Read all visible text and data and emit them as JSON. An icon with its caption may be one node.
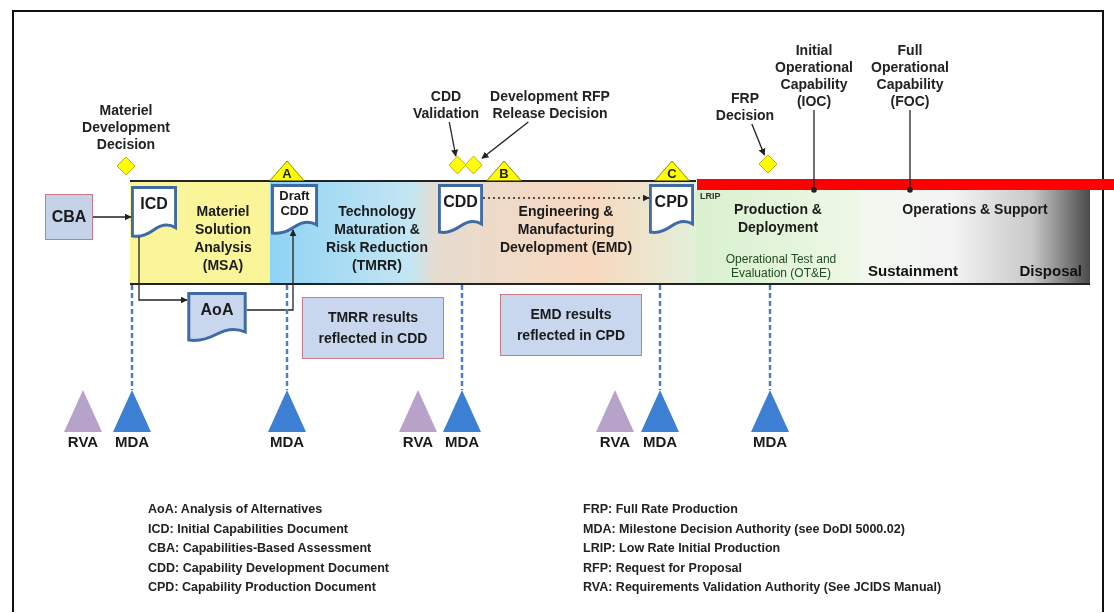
{
  "diagram": {
    "nodes": [
      {
        "text": [],
        "shape": "diamond",
        "beside": [
          "Materiel Development Decision"
        ]
      },
      {
        "text": [
          "A"
        ]
      },
      {
        "text": [
          "CDD Validation"
        ]
      },
      {
        "text": [
          "Development RFP Release Decision"
        ]
      },
      {
        "text": [],
        "shape": "diamond"
      },
      {
        "text": [],
        "shape": "diamond"
      },
      {
        "text": [
          "B"
        ]
      },
      {
        "text": [
          "C"
        ]
      },
      {
        "text": [
          "FRP Decision"
        ]
      },
      {
        "text": [],
        "shape": "diamond"
      },
      {
        "text": [
          "Initial Operational Capability (IOC)"
        ]
      },
      {
        "text": [
          "Full Operational Capability (FOC)"
        ]
      },
      {
        "text": [
          "CBA"
        ]
      },
      {
        "text": [
          "Materiel Solution Analysis (MSA)"
        ]
      },
      {
        "text": [
          "Technology Maturation & Risk Reduction (TMRR)"
        ]
      },
      {
        "text": [
          "Engineering & Manufacturing Development (EMD)"
        ]
      },
      {
        "text": [
          "Production & Deployment",
          "Operational Test and Evaluation (OT&E)"
        ]
      },
      {
        "text": [
          "Operations & Support",
          "Sustainment",
          "Disposal"
        ]
      },
      {
        "text": [
          "ICD"
        ],
        "in": 13
      },
      {
        "text": [
          "Draft CDD"
        ],
        "in": 14
      },
      {
        "text": [
          "CDD"
        ],
        "in": 15
      },
      {
        "text": [
          "CPD"
        ],
        "in": 15
      },
      {
        "text": [
          "AoA"
        ]
      },
      {
        "text": [
          "TMRR results reflected in CDD"
        ]
      },
      {
        "text": [
          "EMD results reflected in CPD"
        ]
      },
      {
        "text": [
          "RVA"
        ]
      },
      {
        "text": [
          "MDA"
        ]
      },
      {
        "text": [
          "MDA"
        ]
      },
      {
        "text": [
          "RVA"
        ]
      },
      {
        "text": [
          "MDA"
        ]
      },
      {
        "text": [
          "RVA"
        ]
      },
      {
        "text": [
          "MDA"
        ]
      },
      {
        "text": [
          "MDA"
        ]
      }
    ],
    "edges": [
      {
        "from": 12,
        "to": 18,
        "arrow": "to"
      },
      {
        "from": 18,
        "to": 22,
        "arrow": "to"
      },
      {
        "from": 22,
        "to": 19,
        "arrow": "to"
      },
      {
        "from": 20,
        "to": 21,
        "arrow": "to",
        "style": "dashed"
      },
      {
        "from": 2,
        "to": 4,
        "arrow": "to"
      },
      {
        "from": 3,
        "to": 5,
        "arrow": "to"
      },
      {
        "from": 8,
        "to": 9,
        "arrow": "to"
      },
      {
        "from": 10,
        "to": 16,
        "arrow": "other"
      },
      {
        "from": 11,
        "to": 17,
        "arrow": "other"
      },
      {
        "from": 13,
        "to": 26,
        "arrow": "none",
        "style": "dashed",
        "color": "#4a7fc1"
      },
      {
        "from": 14,
        "to": 27,
        "arrow": "none",
        "style": "dashed",
        "color": "#4a7fc1"
      },
      {
        "from": 15,
        "to": 29,
        "arrow": "none",
        "style": "dashed",
        "color": "#4a7fc1"
      },
      {
        "from": 15,
        "to": 31,
        "arrow": "none",
        "style": "dashed",
        "color": "#4a7fc1"
      },
      {
        "from": 16,
        "to": 32,
        "arrow": "none",
        "style": "dashed",
        "color": "#4a7fc1"
      }
    ],
    "labels": [
      "LRIP",
      "AoA: Analysis of Alternatives",
      "ICD: Initial Capabilities Document",
      "CBA: Capabilities-Based Assessment",
      "CDD: Capability Development Document",
      "CPD: Capability Production Document",
      "FRP: Full Rate Production",
      "MDA: Milestone Decision Authority (see DoDI 5000.02)",
      "LRIP: Low Rate Initial Production",
      "RFP: Request for Proposal",
      "RVA: Requirements Validation Authority (See JCIDS Manual)"
    ]
  }
}
